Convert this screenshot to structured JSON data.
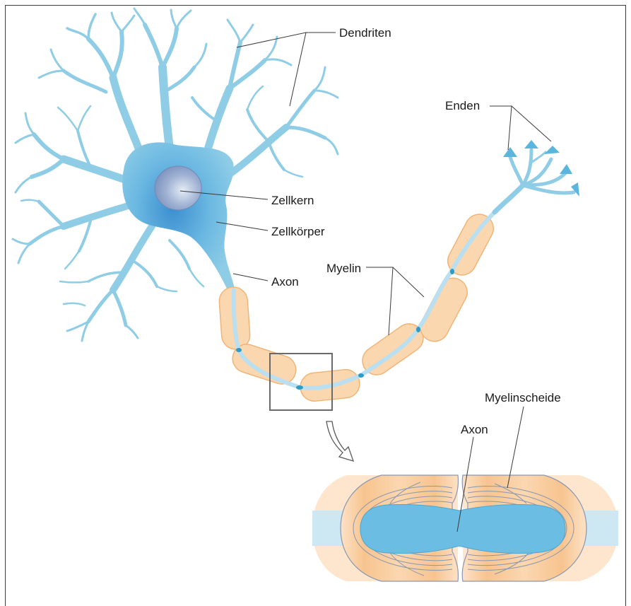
{
  "labels": {
    "dendriten": "Dendriten",
    "enden": "Enden",
    "zellkern": "Zellkern",
    "zellkoerper": "Zellkörper",
    "axon": "Axon",
    "myelin": "Myelin",
    "myelinscheide": "Myelinscheide",
    "axon_detail": "Axon"
  },
  "colors": {
    "neuron": "#8fcde6",
    "neuron_dark": "#5bb5dc",
    "nucleus": "#8ea3c9",
    "myelin_fill": "#fbd7b0",
    "myelin_stroke": "#f0b477",
    "axon_line": "#b9dff0",
    "node": "#2f9bc4",
    "leader": "#3a3a3a",
    "zoom_box": "#6a6a6a"
  }
}
